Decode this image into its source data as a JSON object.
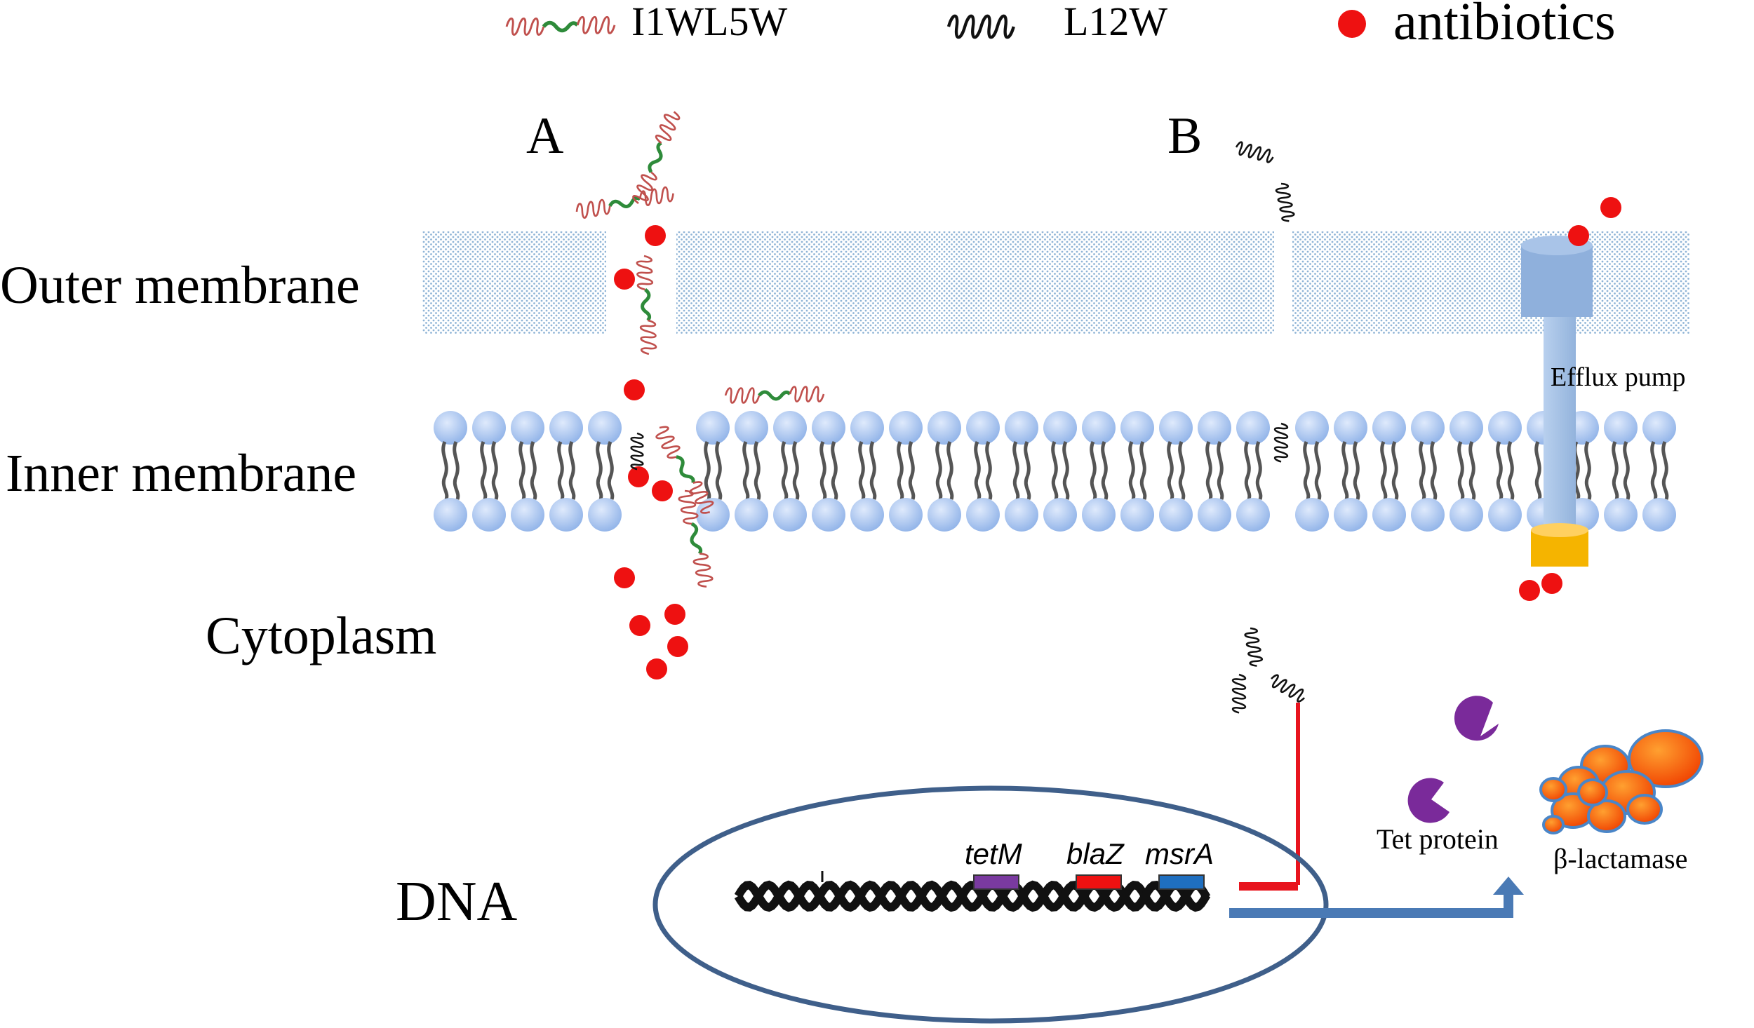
{
  "legend": {
    "peptide_a": "I1WL5W",
    "peptide_b": "L12W",
    "antibiotics": "antibiotics"
  },
  "panels": {
    "a": "A",
    "b": "B"
  },
  "labels": {
    "outer_membrane": "Outer membrane",
    "inner_membrane": "Inner membrane",
    "cytoplasm": "Cytoplasm",
    "dna": "DNA",
    "efflux_pump": "Efflux pump",
    "tet_protein": "Tet protein",
    "beta_lactamase": "β-lactamase"
  },
  "genes": {
    "tetM": "tetM",
    "blaZ": "blaZ",
    "msrA": "msrA"
  },
  "colors": {
    "antibiotic": "#ee1111",
    "membrane_dots": "#8fb4d6",
    "lipid_head": "#a9c8f0",
    "lipid_tail": "#555555",
    "peptide_helix_red": "#c0504d",
    "peptide_linker_green": "#2e8b3a",
    "pump_body": "#a8c4e6",
    "pump_cap": "#8fb0dc",
    "pump_base": "#f5b400",
    "inhibition": "#e8141e",
    "arrow": "#4a7ab5",
    "ellipse": "#3f5f8a",
    "tet_protein": "#7a2a9a",
    "lactamase_fill": "#ff5a00",
    "lactamase_stroke": "#4a86c8",
    "gene_tetM": "#7a3aa0",
    "gene_blaZ": "#ee1111",
    "gene_msrA": "#1f6fc0"
  }
}
